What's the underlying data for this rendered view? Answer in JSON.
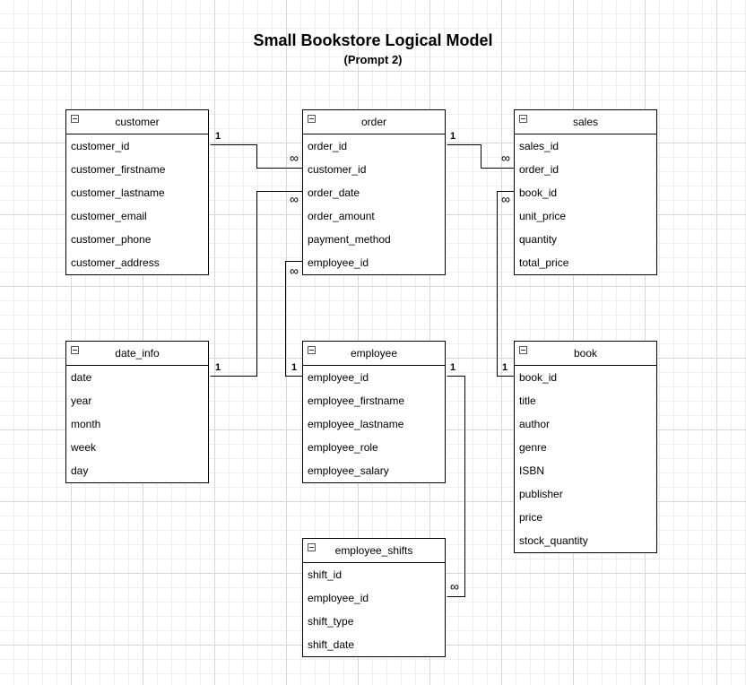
{
  "diagram": {
    "title": "Small Bookstore Logical Model",
    "subtitle": "(Prompt 2)"
  },
  "entities": {
    "customer": {
      "name": "customer",
      "fields": [
        "customer_id",
        "customer_firstname",
        "customer_lastname",
        "customer_email",
        "customer_phone",
        "customer_address"
      ]
    },
    "order": {
      "name": "order",
      "fields": [
        "order_id",
        "customer_id",
        "order_date",
        "order_amount",
        "payment_method",
        "employee_id"
      ]
    },
    "sales": {
      "name": "sales",
      "fields": [
        "sales_id",
        "order_id",
        "book_id",
        "unit_price",
        "quantity",
        "total_price"
      ]
    },
    "date_info": {
      "name": "date_info",
      "fields": [
        "date",
        "year",
        "month",
        "week",
        "day"
      ]
    },
    "employee": {
      "name": "employee",
      "fields": [
        "employee_id",
        "employee_firstname",
        "employee_lastname",
        "employee_role",
        "employee_salary"
      ]
    },
    "book": {
      "name": "book",
      "fields": [
        "book_id",
        "title",
        "author",
        "genre",
        "ISBN",
        "publisher",
        "price",
        "stock_quantity"
      ]
    },
    "employee_shifts": {
      "name": "employee_shifts",
      "fields": [
        "shift_id",
        "employee_id",
        "shift_type",
        "shift_date"
      ]
    }
  },
  "relationships": [
    {
      "from": "customer.customer_id",
      "to": "order.customer_id",
      "from_card": "1",
      "to_card": "∞"
    },
    {
      "from": "date_info.date",
      "to": "order.order_date",
      "from_card": "1",
      "to_card": "∞"
    },
    {
      "from": "employee.employee_id",
      "to": "order.employee_id",
      "from_card": "1",
      "to_card": "∞"
    },
    {
      "from": "order.order_id",
      "to": "sales.order_id",
      "from_card": "1",
      "to_card": "∞"
    },
    {
      "from": "book.book_id",
      "to": "sales.book_id",
      "from_card": "1",
      "to_card": "∞"
    },
    {
      "from": "employee.employee_id",
      "to": "employee_shifts.employee_id",
      "from_card": "1",
      "to_card": "∞"
    }
  ]
}
